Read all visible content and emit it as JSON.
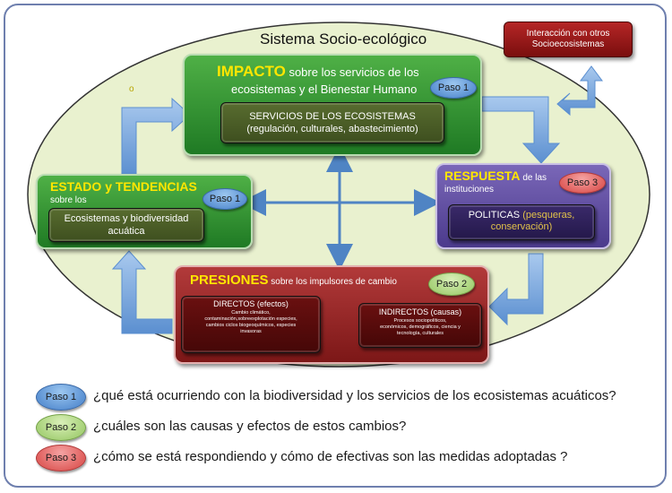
{
  "system_title": "Sistema Socio-ecológico",
  "small_mark": "o",
  "interaction_box": {
    "line1": "Interacción con otros",
    "line2": "Socioecosistemas"
  },
  "impacto": {
    "title": "IMPACTO",
    "subtitle_part1": " sobre los servicios de  los",
    "subtitle_part2": "ecosistemas  y el Bienestar Humano",
    "badge": "Paso 1",
    "inner_line1": "SERVICIOS DE LOS ECOSISTEMAS",
    "inner_line2": "(regulación, culturales, abastecimiento)"
  },
  "estado": {
    "title": "ESTADO y TENDENCIAS",
    "subtitle": "sobre los",
    "badge": "Paso 1",
    "inner_line1": "Ecosistemas y biodiversidad",
    "inner_line2": "acuática"
  },
  "respuesta": {
    "title": "RESPUESTA",
    "subtitle_part1": " de las",
    "subtitle_part2": "instituciones",
    "badge": "Paso 3",
    "inner_main": "POLITICAS",
    "inner_paren_a": " (pesqueras,",
    "inner_paren_b": "conservación)"
  },
  "presiones": {
    "title": "PRESIONES",
    "subtitle": " sobre  los impulsores de cambio",
    "badge": "Paso 2",
    "directos_title": "DIRECTOS (efectos)",
    "directos_lines": [
      "Cambio climático,",
      "contaminación,sobreexplotación especies,",
      "cambios ciclos biogeoquímicos,  especies",
      "invasoras"
    ],
    "indirectos_title": "INDIRECTOS (causas)",
    "indirectos_lines": [
      "Procesos  sociopolíticos,",
      "económicos, demográficos, ciencia y",
      "tecnología, culturales"
    ]
  },
  "legend": [
    {
      "badge": "Paso 1",
      "text": "¿qué está ocurriendo con la biodiversidad y los servicios de los ecosistemas acuáticos?",
      "color": "blue"
    },
    {
      "badge": "Paso 2",
      "text": "¿cuáles son las causas y efectos de estos cambios?",
      "color": "green"
    },
    {
      "badge": "Paso 3",
      "text": "¿cómo se está respondiendo y  cómo de efectivas son las medidas adoptadas ?",
      "color": "red"
    }
  ],
  "colors": {
    "ellipse_fill": "#e9f1cf",
    "arrow": "#7aa9dc",
    "title_yellow": "#ffe600",
    "frame_border": "#6e7fae"
  }
}
